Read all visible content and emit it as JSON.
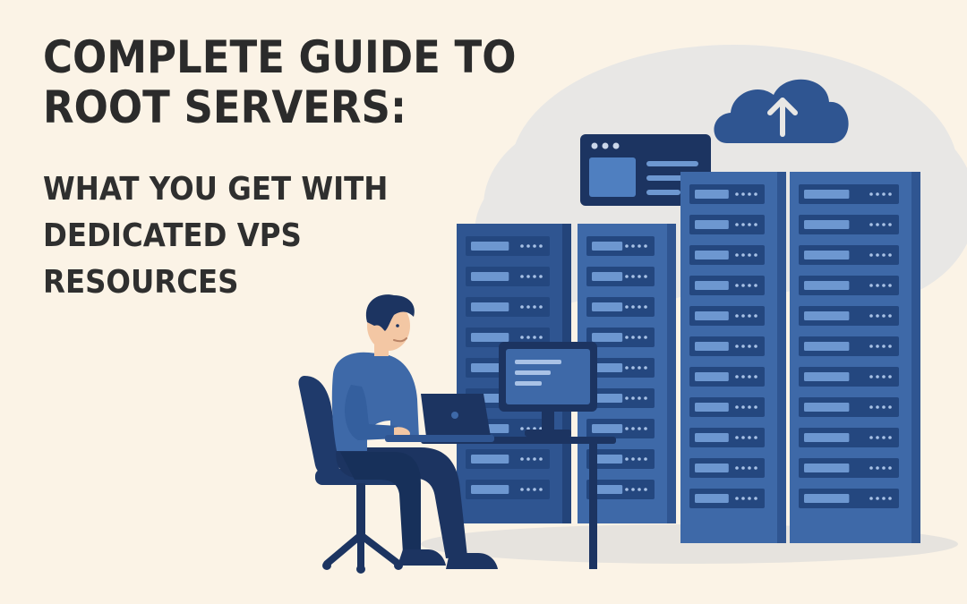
{
  "headline": {
    "line1": "COMPLETE GUIDE TO",
    "line2": "ROOT SERVERS:"
  },
  "subheadline": {
    "line1": "WHAT YOU GET WITH",
    "line2": "DEDICATED VPS",
    "line3": "RESOURCES"
  },
  "illustration": {
    "icons": [
      "cloud-upload-icon",
      "browser-window-icon",
      "server-rack-icon",
      "laptop-icon",
      "desktop-monitor-icon"
    ],
    "colors": {
      "background": "#fbf3e6",
      "cloud_bg": "#e7e6e4",
      "rack_dark": "#2f5591",
      "rack_mid": "#3e69a8",
      "rack_light": "#5a86c4",
      "navy": "#1c3461",
      "skin": "#f3c7a4"
    }
  }
}
